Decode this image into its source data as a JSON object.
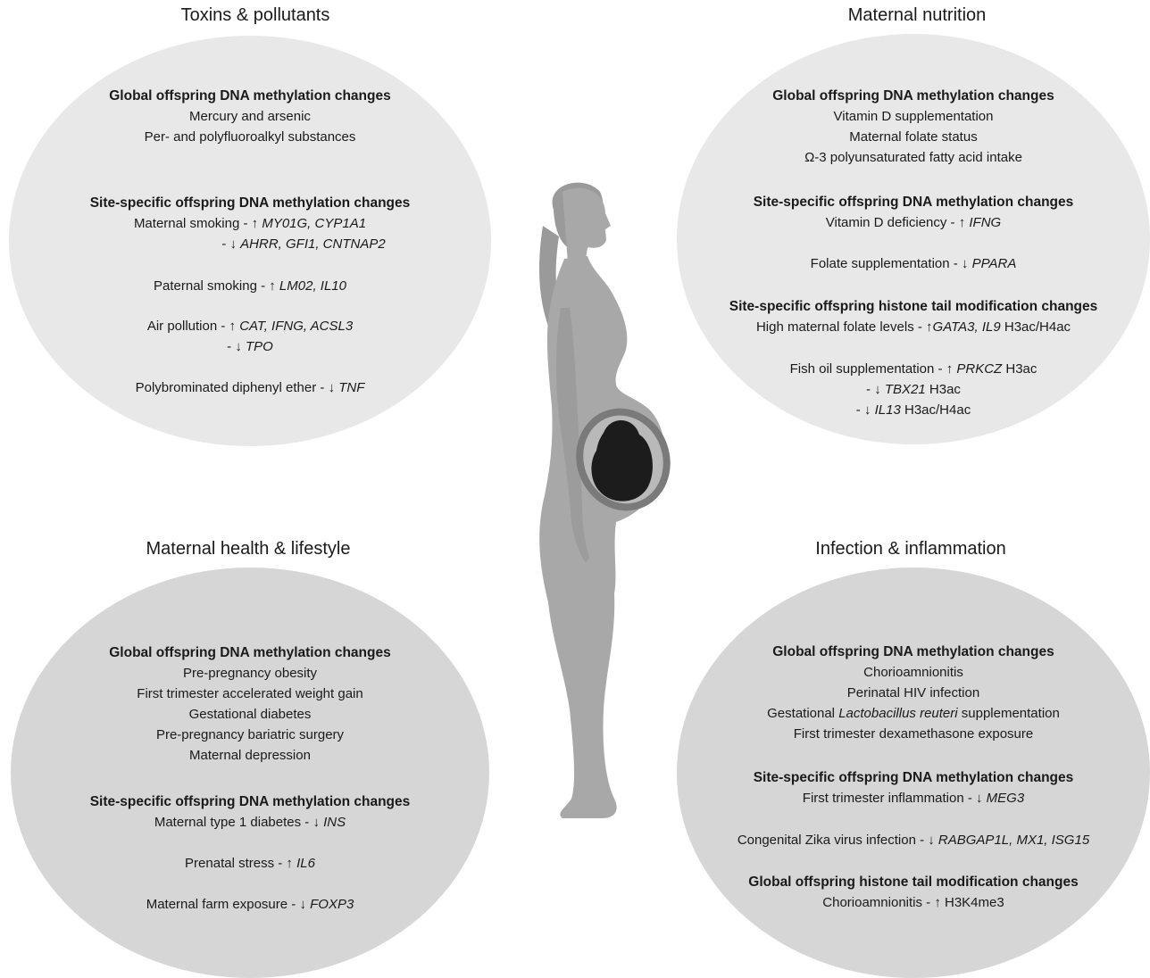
{
  "toxins": {
    "title": "Toxins & pollutants",
    "global_header": "Global offspring DNA methylation changes",
    "global_items": [
      "Mercury and arsenic",
      "Per- and polyfluoroalkyl substances"
    ],
    "site_header": "Site-specific offspring DNA methylation changes",
    "smoking_label": "Maternal smoking  - ",
    "smoking_up_genes": "MY01G, CYP1A1",
    "smoking_down_prefix": "- ",
    "smoking_down_genes": "AHRR, GFI1, CNTNAP2",
    "paternal_label": "Paternal smoking  - ",
    "paternal_genes": "LM02, IL10",
    "air_label": "Air pollution  - ",
    "air_up_genes": "CAT, IFNG, ACSL3",
    "air_down_prefix": "- ",
    "air_down_genes": "TPO",
    "pbde_label": "Polybrominated diphenyl ether - ",
    "pbde_genes": "TNF"
  },
  "nutrition": {
    "title": "Maternal nutrition",
    "global_header": "Global offspring DNA methylation changes",
    "global_items": [
      "Vitamin D supplementation",
      "Maternal folate status",
      "Ω-3 polyunsaturated fatty acid intake"
    ],
    "site_header": "Site-specific offspring DNA methylation changes",
    "vitd_label": "Vitamin D deficiency - ",
    "vitd_genes": "IFNG",
    "folate_label": "Folate supplementation - ",
    "folate_genes": "PPARA",
    "histone_header": "Site-specific offspring histone tail modification changes",
    "highfolate_label": "High maternal folate levels - ",
    "highfolate_genes": "GATA3, IL9",
    "highfolate_suffix": " H3ac/H4ac",
    "fishoil_label": "Fish oil supplementation  - ",
    "fishoil_up_genes": "PRKCZ",
    "fishoil_up_suffix": " H3ac",
    "fishoil_down1_genes": "TBX21",
    "fishoil_down1_suffix": " H3ac",
    "fishoil_down2_genes": "IL13",
    "fishoil_down2_suffix": " H3ac/H4ac",
    "dash": "- "
  },
  "health": {
    "title": "Maternal health & lifestyle",
    "global_header": "Global offspring DNA methylation changes",
    "global_items": [
      "Pre-pregnancy obesity",
      "First trimester accelerated weight gain",
      "Gestational diabetes",
      "Pre-pregnancy bariatric surgery",
      "Maternal depression"
    ],
    "site_header": "Site-specific offspring DNA methylation changes",
    "t1d_label": "Maternal type 1 diabetes - ",
    "t1d_genes": "INS",
    "stress_label": "Prenatal stress  - ",
    "stress_genes": "IL6",
    "farm_label": "Maternal farm exposure  - ",
    "farm_genes": "FOXP3"
  },
  "infection": {
    "title": "Infection & inflammation",
    "global_header": "Global offspring DNA methylation changes",
    "global_items_a": [
      "Chorioamnionitis",
      "Perinatal HIV infection"
    ],
    "lacto_prefix": "Gestational ",
    "lacto_italic": "Lactobacillus reuteri",
    "lacto_suffix": " supplementation",
    "dexa": "First trimester dexamethasone exposure",
    "site_header": "Site-specific offspring DNA methylation changes",
    "inflam_label": "First trimester inflammation  - ",
    "inflam_genes": "MEG3",
    "zika_label": "Congenital Zika virus infection  - ",
    "zika_genes": "RABGAP1L, MX1, ISG15",
    "histone_header": "Global offspring histone tail modification changes",
    "chorio_label": "Chorioamnionitis  - ",
    "chorio_suffix": "H3K4me3"
  },
  "arrows": {
    "up": "↑",
    "down": "↓"
  },
  "colors": {
    "ellipse_light": "#e8e8e8",
    "ellipse_dark": "#d6d6d6",
    "figure": "#a8a8a8",
    "fetus": "#1c1c1c"
  }
}
